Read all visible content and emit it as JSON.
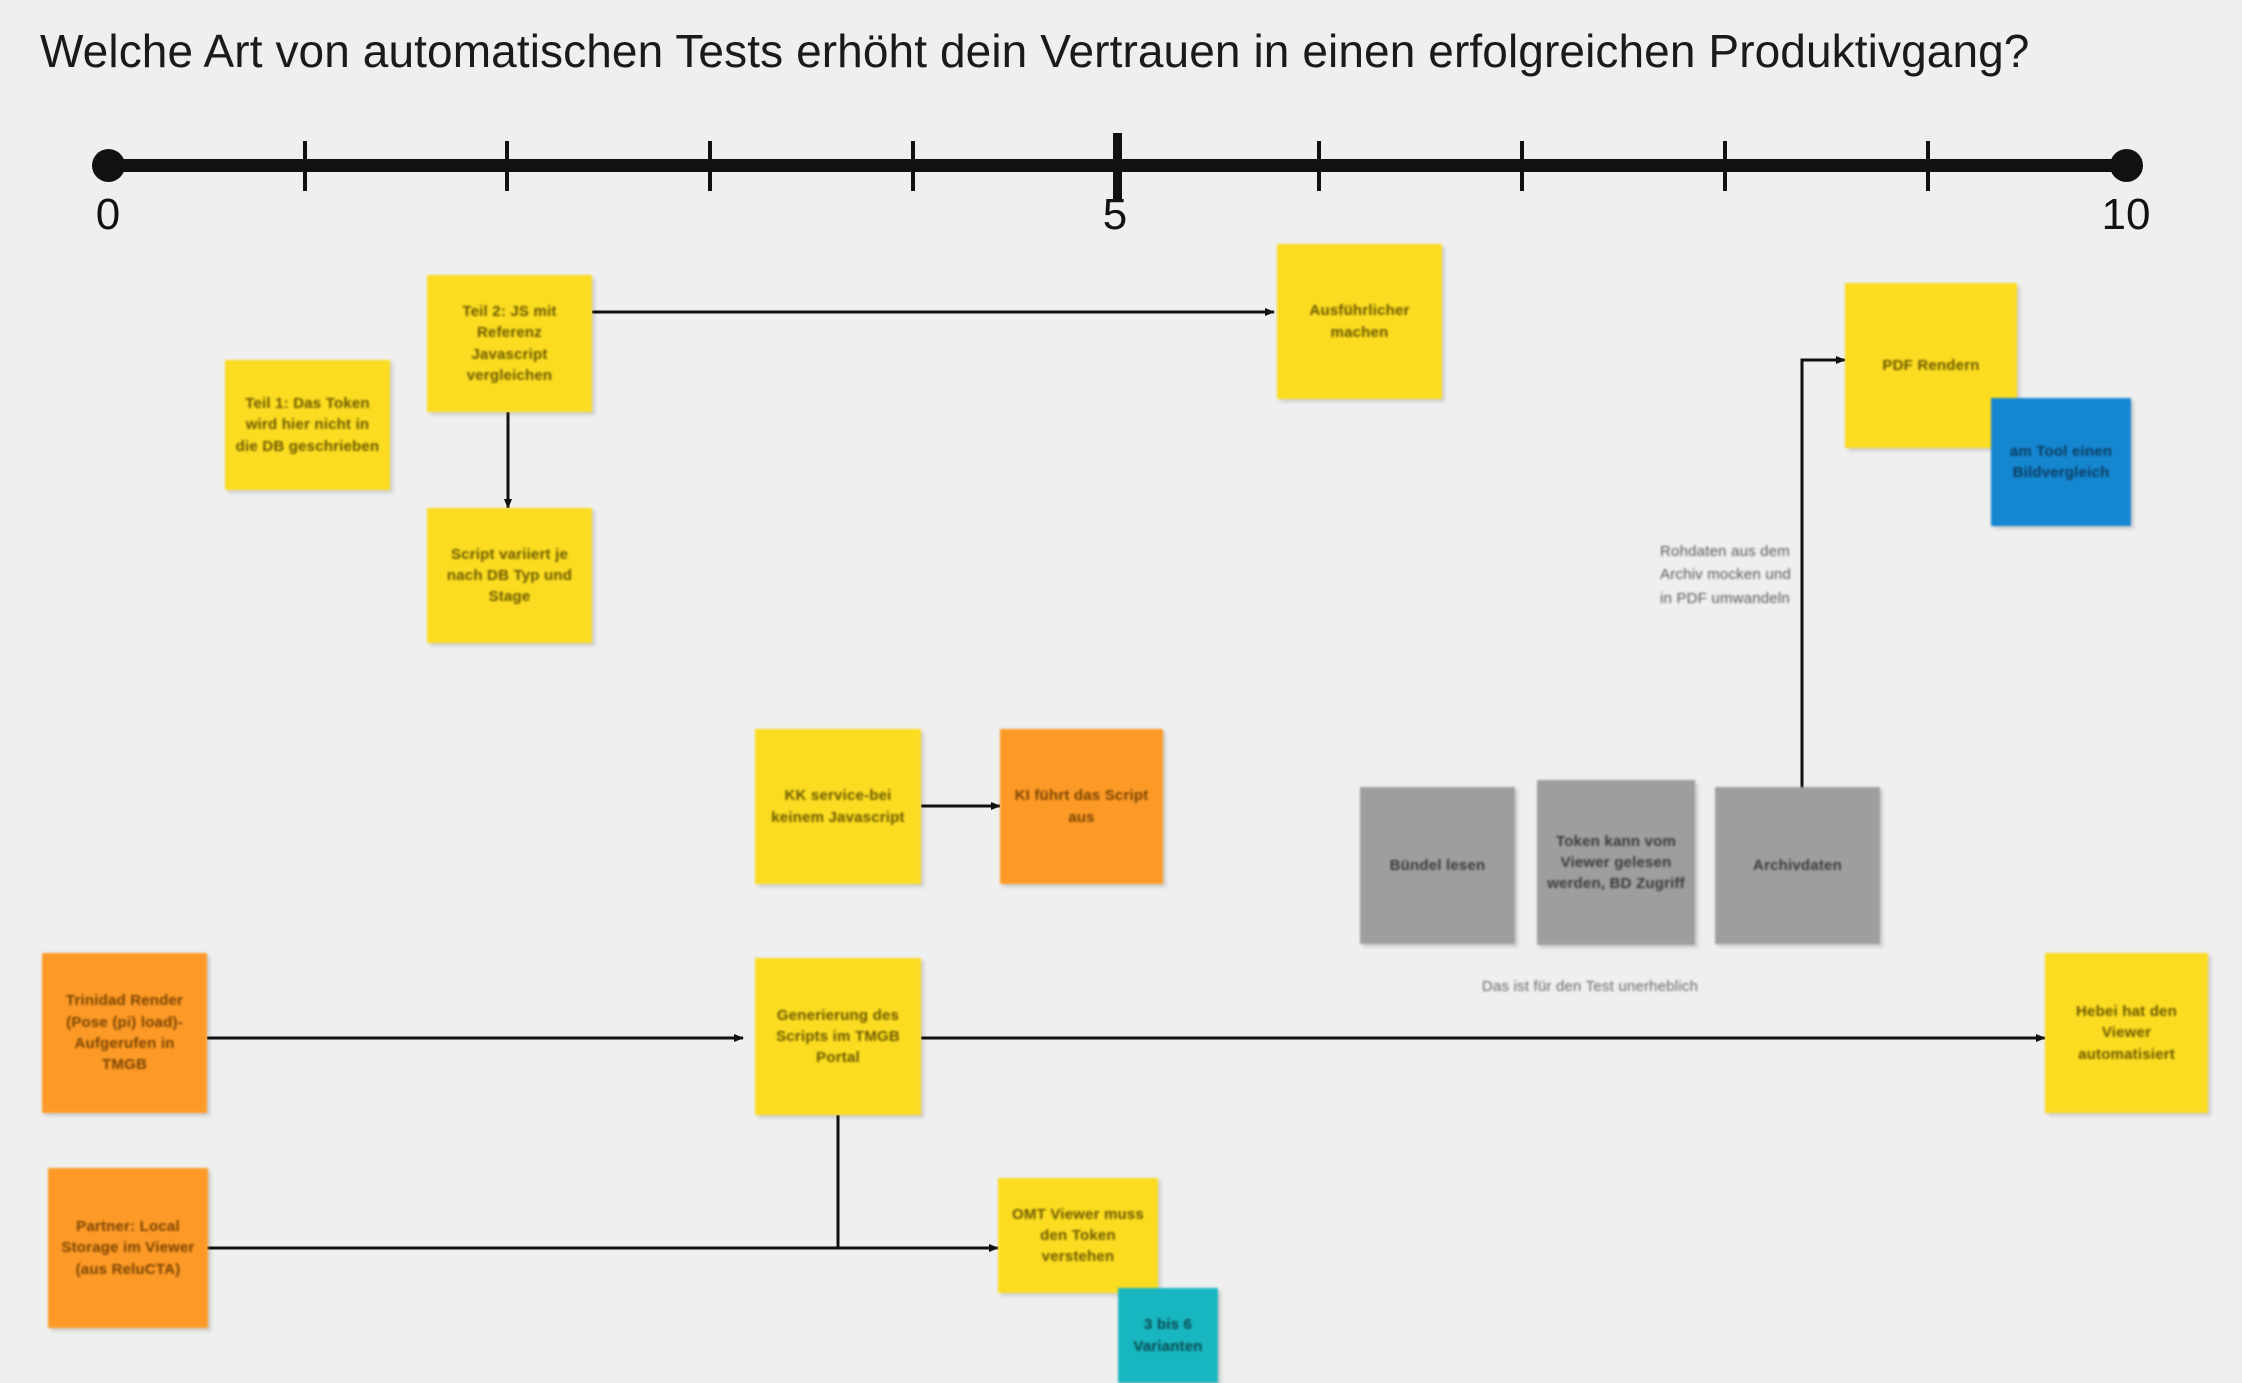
{
  "board": {
    "title": "Welche Art von automatischen Tests erhöht dein Vertrauen in einen erfolgreichen Produktivgang?",
    "background_color": "#EFEFEF"
  },
  "scale": {
    "name": "confidence-scale",
    "min_label": "0",
    "mid_label": "5",
    "max_label": "10",
    "min": 0,
    "max": 10,
    "tick_count": 9,
    "major_tick_value": 5,
    "line_color": "#111111"
  },
  "palette": {
    "yellow": "#FCDC21",
    "orange": "#FD9A27",
    "blue": "#1586D0",
    "teal": "#18B6C0",
    "gray": "#9E9E9E",
    "background": "#EFEFEF",
    "ink": "#111111"
  },
  "notes": [
    {
      "id": "n1",
      "color": "yellow",
      "text": "Teil 1: Das Token wird hier nicht in die DB geschrieben"
    },
    {
      "id": "n2",
      "color": "yellow",
      "text": "Teil 2: JS mit Referenz Javascript vergleichen"
    },
    {
      "id": "n3",
      "color": "yellow",
      "text": "Script variiert je nach DB Typ und Stage"
    },
    {
      "id": "n4",
      "color": "yellow",
      "text": "Ausführlicher machen"
    },
    {
      "id": "n5",
      "color": "yellow",
      "text": "PDF Rendern"
    },
    {
      "id": "n6",
      "color": "blue",
      "text": "am Tool einen Bildvergleich"
    },
    {
      "id": "n7",
      "color": "yellow",
      "text": "KK service-bei keinem Javascript"
    },
    {
      "id": "n8",
      "color": "orange",
      "text": "KI führt das Script aus"
    },
    {
      "id": "n9",
      "color": "gray",
      "text": "Bündel lesen"
    },
    {
      "id": "n10",
      "color": "gray",
      "text": "Token kann vom Viewer gelesen werden, BD Zugriff"
    },
    {
      "id": "n11",
      "color": "gray",
      "text": "Archivdaten"
    },
    {
      "id": "n12",
      "color": "orange",
      "text": "Trinidad Render (Pose (pi) load)- Aufgerufen in TMGB"
    },
    {
      "id": "n13",
      "color": "orange",
      "text": "Partner: Local Storage im Viewer (aus ReluCTA)"
    },
    {
      "id": "n14",
      "color": "yellow",
      "text": "Generierung des Scripts im TMGB Portal"
    },
    {
      "id": "n15",
      "color": "yellow",
      "text": "OMT Viewer muss den Token verstehen"
    },
    {
      "id": "n16",
      "color": "teal",
      "text": "3 bis 6 Varianten"
    },
    {
      "id": "n17",
      "color": "yellow",
      "text": "Hebei hat den Viewer automatisiert"
    }
  ],
  "annotations": [
    {
      "id": "a1",
      "text": "Rohdaten aus dem Archiv mocken und in PDF umwandeln"
    },
    {
      "id": "a2",
      "text": "Das ist für den Test unerheblich"
    }
  ]
}
